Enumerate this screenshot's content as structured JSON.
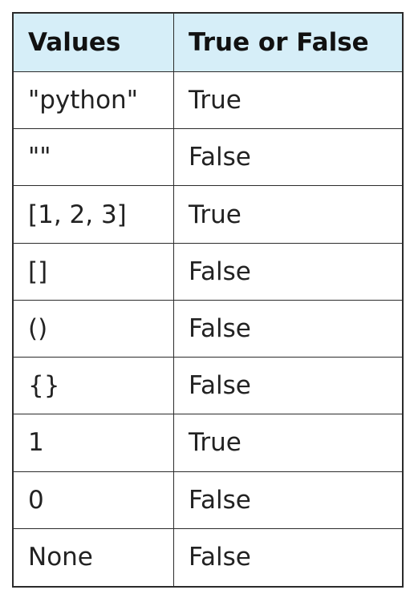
{
  "table": {
    "headers": [
      "Values",
      "True or False"
    ],
    "rows": [
      [
        "\"python\"",
        "True"
      ],
      [
        "\"\"",
        "False"
      ],
      [
        "[1, 2, 3]",
        "True"
      ],
      [
        "[]",
        "False"
      ],
      [
        "()",
        "False"
      ],
      [
        "{}",
        "False"
      ],
      [
        "1",
        "True"
      ],
      [
        "0",
        "False"
      ],
      [
        "None",
        "False"
      ]
    ]
  },
  "colors": {
    "header_background": "#d6eef8",
    "border": "#2b2b2b",
    "text": "#222222"
  }
}
